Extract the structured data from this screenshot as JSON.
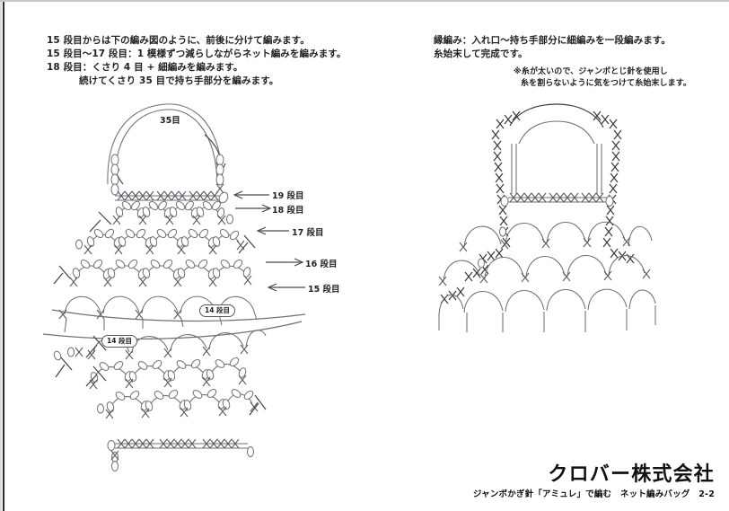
{
  "document": {
    "title": "ジャンボかぎ針「アミュレ」で編む　ネット編みバッグ　2-2",
    "brand": "クロバー株式会社"
  },
  "instructions_left": {
    "line1": "15 段目からは下の編み図のように、前後に分けて編みます。",
    "line2": "15 段目～17 段目：1 模様ずつ減らしながらネット編みを編みます。",
    "line3": "18 段目：くさり 4 目 + 細編みを編みます。",
    "line4": "続けてくさり 35 目で持ち手部分を編みます。"
  },
  "instructions_right": {
    "line1": "縁編み：入れ口～持ち手部分に細編みを一段編みます。",
    "line2": "糸始末して完成です。",
    "note1": "※糸が太いので、ジャンボとじ針を使用し",
    "note2": "糸を割らないように気をつけて糸始末します。"
  },
  "left_diagram": {
    "name": "net-stitch-bag-chart",
    "chain_label": "35目",
    "row_labels": [
      {
        "text": "19 段目",
        "row": 19
      },
      {
        "text": "18 段目",
        "row": 18
      },
      {
        "text": "17 段目",
        "row": 17
      },
      {
        "text": "16 段目",
        "row": 16
      },
      {
        "text": "15 段目",
        "row": 15
      }
    ],
    "badges": [
      {
        "text": "14 段目"
      },
      {
        "text": "14 段目"
      }
    ]
  },
  "right_diagram": {
    "name": "finished-bag-chart"
  },
  "colors": {
    "ink": "#231f20",
    "stitch": "#6f6f78",
    "stitch_dark": "#3a3a42",
    "page": "#ffffff",
    "edge": "#2e2e2e"
  }
}
